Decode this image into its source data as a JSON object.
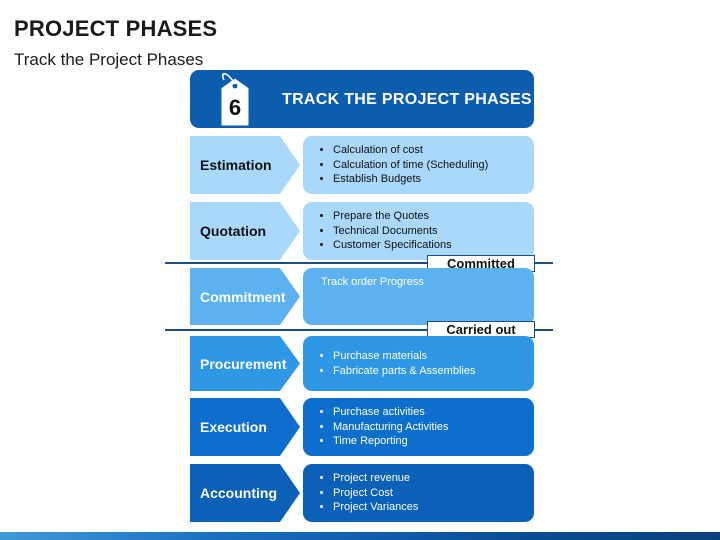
{
  "page": {
    "title": "PROJECT PHASES",
    "subtitle": "Track the Project Phases"
  },
  "header": {
    "tag_number": "6",
    "title": "TRACK THE PROJECT PHASES",
    "icon": "tag-icon"
  },
  "phases": [
    {
      "label": "Estimation",
      "items": [
        "Calculation of cost",
        "Calculation of time (Scheduling)",
        "Establish Budgets"
      ],
      "arrow_color": "#a9d8fb",
      "box_color": "#a9d8fb",
      "text_color": "#111111"
    },
    {
      "label": "Quotation",
      "items": [
        "Prepare the Quotes",
        "Technical Documents",
        "Customer Specifications"
      ],
      "arrow_color": "#a9d8fb",
      "box_color": "#a9d8fb",
      "text_color": "#111111"
    },
    {
      "label": "Commitment",
      "text": "Track order Progress",
      "arrow_color": "#5cb2f0",
      "box_color": "#5cb2f0",
      "text_color": "#ffffff"
    },
    {
      "label": "Procurement",
      "items": [
        "Purchase materials",
        "Fabricate parts & Assemblies"
      ],
      "arrow_color": "#2e97e6",
      "box_color": "#2e97e6",
      "text_color": "#ffffff"
    },
    {
      "label": "Execution",
      "items": [
        "Purchase activities",
        "Manufacturing Activities",
        "Time Reporting"
      ],
      "arrow_color": "#0d6fcd",
      "box_color": "#0d6fcd",
      "text_color": "#ffffff"
    },
    {
      "label": "Accounting",
      "items": [
        "Project revenue",
        "Project Cost",
        "Project Variances"
      ],
      "arrow_color": "#0b60b8",
      "box_color": "#0b60b8",
      "text_color": "#ffffff"
    }
  ],
  "milestones": {
    "committed": "Committed",
    "carried_out": "Carried out"
  },
  "colors": {
    "header": "#0d5dae",
    "divider": "#1b4f86"
  }
}
